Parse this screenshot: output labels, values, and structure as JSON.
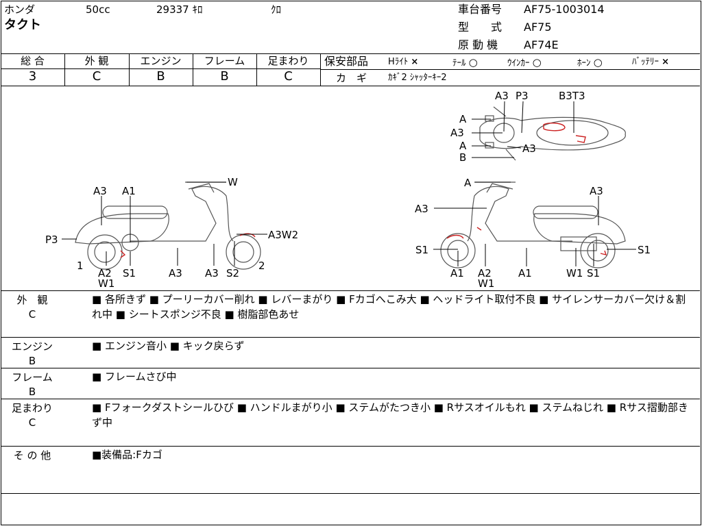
{
  "header": {
    "maker": "ホンダ",
    "displacement": "50cc",
    "mileage": "29337 ｷﾛ",
    "color": "ｸﾛ",
    "model_name": "タクト",
    "frame_no_label": "車台番号",
    "frame_no": "AF75-1003014",
    "type_label": "型　　式",
    "type": "AF75",
    "engine_label": "原 動 機",
    "engine": "AF74E"
  },
  "grades": [
    {
      "label": "総 合",
      "value": "3"
    },
    {
      "label": "外 観",
      "value": "C"
    },
    {
      "label": "エンジン",
      "value": "B"
    },
    {
      "label": "フレーム",
      "value": "B"
    },
    {
      "label": "足まわり",
      "value": "C"
    }
  ],
  "safety": {
    "label": "保安部品",
    "items": [
      {
        "name": "Hﾗｲﾄ",
        "mark": "×"
      },
      {
        "name": "ﾃｰﾙ",
        "mark": "○"
      },
      {
        "name": "ｳｲﾝｶｰ",
        "mark": "○"
      },
      {
        "name": "ﾎｰﾝ",
        "mark": "○"
      },
      {
        "name": "ﾊﾞｯﾃﾘｰ",
        "mark": "×"
      }
    ],
    "key_label": "カ　ギ",
    "key_value": "ｶｷﾞ2 ｼｬｯﾀｰｷｰ2"
  },
  "diagram": {
    "top": [
      "A",
      "A3",
      "P3",
      "B3T3",
      "A3",
      "A",
      "A3",
      "B"
    ],
    "left": [
      "W",
      "A3",
      "A1",
      "P3",
      "A3W2",
      "1",
      "A2",
      "W1",
      "S1",
      "A3",
      "A3",
      "S2",
      "2"
    ],
    "right": [
      "A",
      "A3",
      "A3",
      "S1",
      "S1",
      "A1",
      "A2",
      "W1",
      "A1",
      "W1",
      "S1"
    ]
  },
  "notes": [
    {
      "label": "外　観",
      "grade": "C",
      "text": "■ 各所きず ■ プーリーカバー削れ ■ レバーまがり ■ Fカゴへこみ大 ■ ヘッドライト取付不良 ■ サイレンサーカバー欠け＆割れ中 ■ シートスポンジ不良 ■ 樹脂部色あせ"
    },
    {
      "label": "エンジン",
      "grade": "B",
      "text": "■ エンジン音小 ■ キック戻らず"
    },
    {
      "label": "フレーム",
      "grade": "B",
      "text": "■ フレームさび中"
    },
    {
      "label": "足まわり",
      "grade": "C",
      "text": "■ Fフォークダストシールひび ■ ハンドルまがり小 ■ ステムがたつき小 ■ Rサスオイルもれ ■ ステムねじれ ■ Rサス摺動部きず中"
    },
    {
      "label": "そ の 他",
      "grade": "",
      "text": "■装備品:Fカゴ"
    }
  ],
  "colors": {
    "line": "#000000",
    "damage_mark": "#cc2222",
    "drawing": "#555555"
  }
}
